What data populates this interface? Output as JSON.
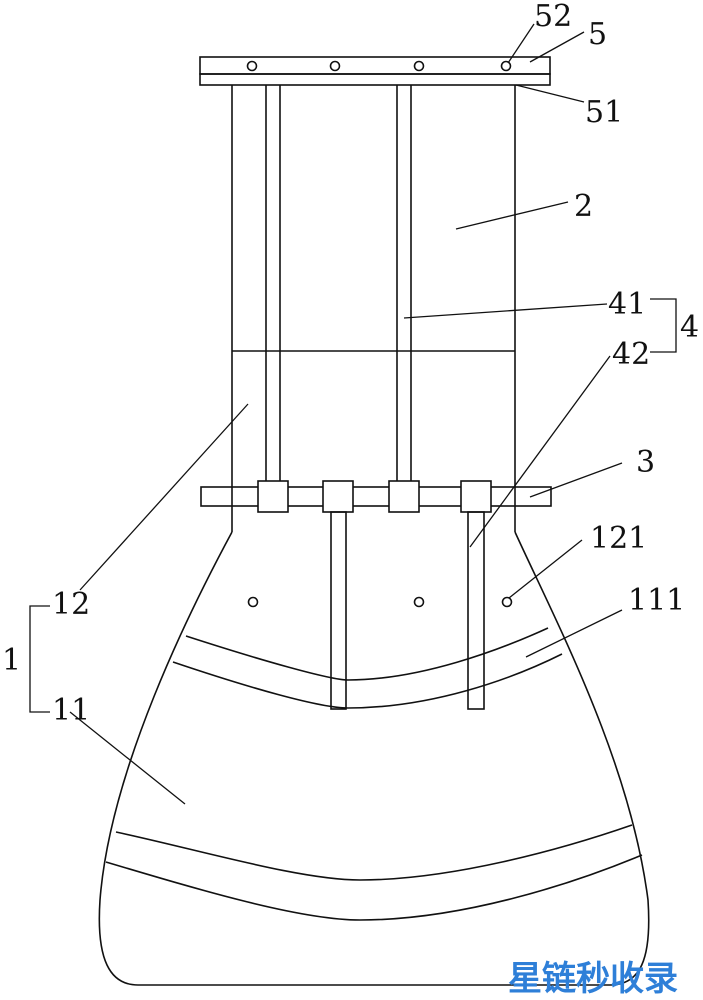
{
  "labels": {
    "l52": "52",
    "l5": "5",
    "l51": "51",
    "l2": "2",
    "l41": "41",
    "l4": "4",
    "l42": "42",
    "l3": "3",
    "l121": "121",
    "l12": "12",
    "l111": "111",
    "l1": "1",
    "l11": "11"
  },
  "watermark": {
    "text": "星链秒收录",
    "color": "#2e7fd8"
  },
  "colors": {
    "line": "#111111",
    "background": "#ffffff"
  }
}
